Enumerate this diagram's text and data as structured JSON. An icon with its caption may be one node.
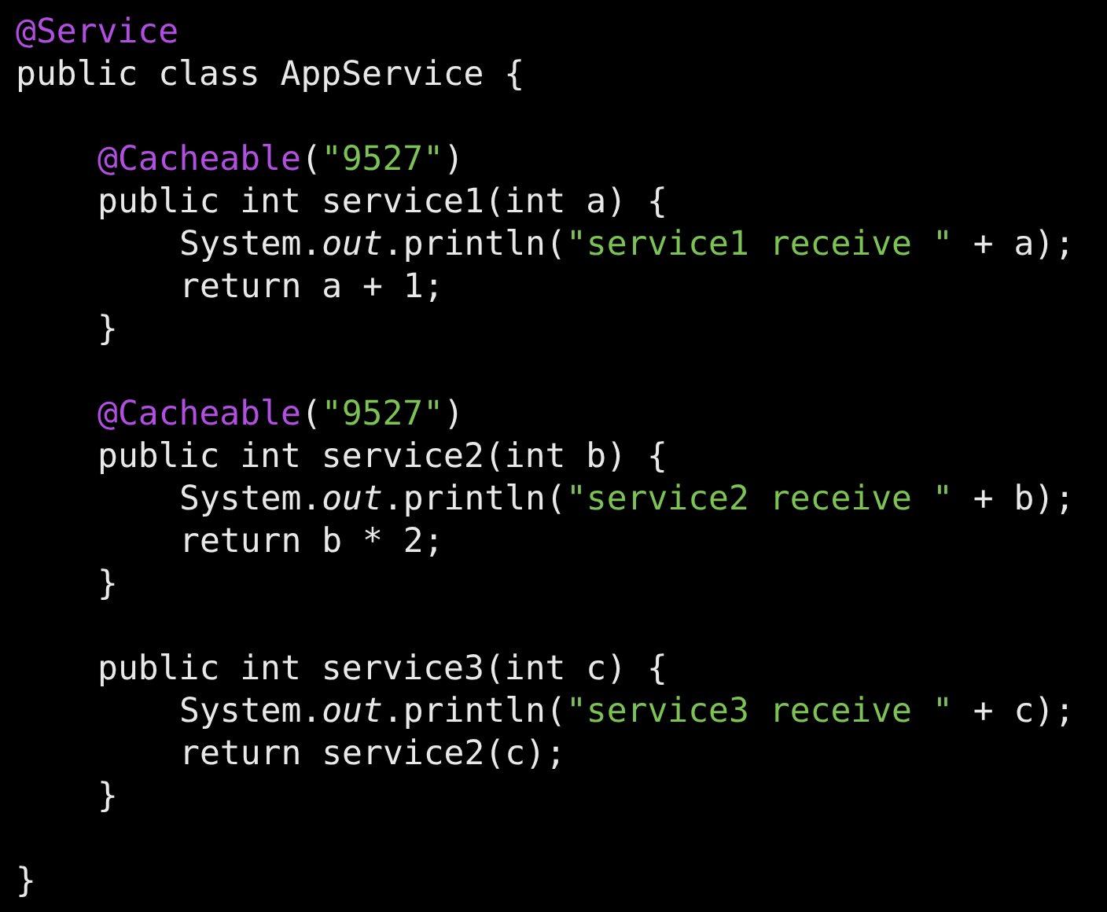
{
  "diagram": {
    "labels": [
      "@Service",
      "public class AppService {",
      "@Cacheable(\"9527\")",
      "public int service1(int a) {",
      "System.*out*.println(\"service1 receive \" + a);",
      "return a + 1;",
      "}",
      "@Cacheable(\"9527\")",
      "public int service2(int b) {",
      "System.*out*.println(\"service2 receive \" + b);",
      "return b * 2;",
      "}",
      "public int service3(int c) {",
      "System.*out*.println(\"service3 receive \" + c);",
      "return service2(c);",
      "}",
      "}"
    ]
  }
}
